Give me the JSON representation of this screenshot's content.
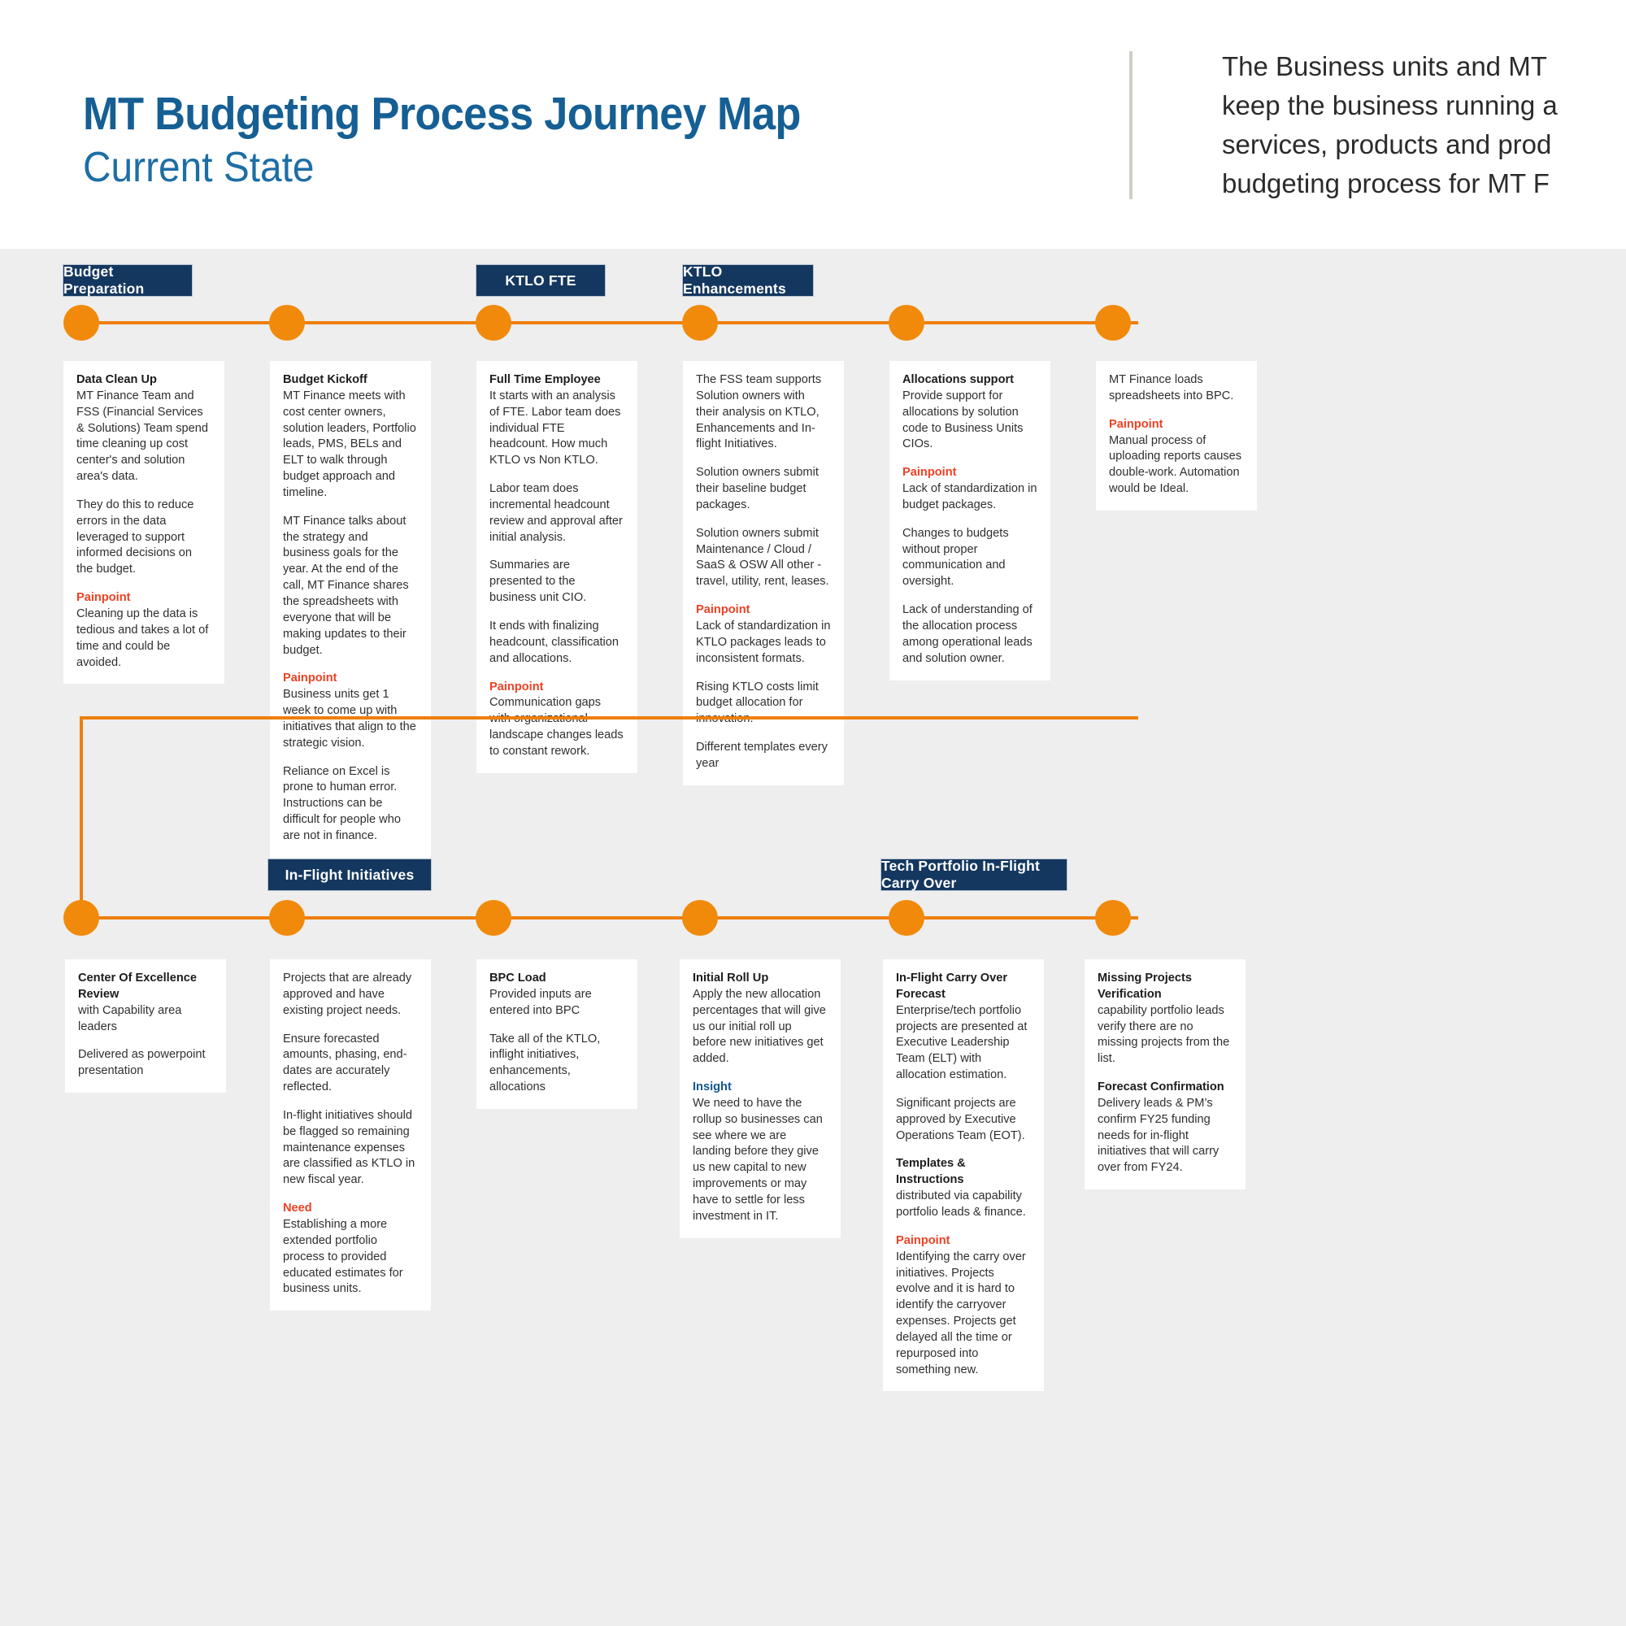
{
  "header": {
    "title": "MT Budgeting Process Journey Map",
    "subtitle": "Current State",
    "paragraph": "The Business units and MT\nkeep the business running a\nservices, products and prod\nbudgeting process for MT F"
  },
  "colors": {
    "title_blue": "#155f94",
    "subtitle_blue": "#1d6ea6",
    "badge_navy": "#14375f",
    "timeline_orange": "#f18a0a",
    "painpoint_red": "#ef4123",
    "insight_blue": "#12588e",
    "canvas_gray": "#eeeeee",
    "card_white": "#ffffff"
  },
  "row1": {
    "phases": [
      {
        "label": "Budget Preparation"
      },
      {
        "label": "KTLO FTE"
      },
      {
        "label": "KTLO Enhancements"
      }
    ],
    "cards": [
      {
        "blocks": [
          {
            "heading": "Data Clean Up",
            "body": "MT Finance Team and FSS (Financial Services & Solutions) Team spend time cleaning up cost center's and solution area's data."
          },
          {
            "body": "They do this to reduce errors in the data leveraged to support informed decisions on the budget."
          },
          {
            "label": "Painpoint",
            "label_kind": "pain",
            "body": "Cleaning up the data is tedious and takes a lot of time and could be avoided."
          }
        ]
      },
      {
        "blocks": [
          {
            "heading": "Budget Kickoff",
            "body": "MT Finance meets with cost center owners, solution leaders, Portfolio leads, PMS, BELs and ELT to walk through budget approach and timeline."
          },
          {
            "body": "MT Finance talks about the strategy and business goals for the year. At the end of the call, MT Finance shares the spreadsheets with everyone that will be making updates to their budget."
          },
          {
            "label": "Painpoint",
            "label_kind": "pain",
            "body": "Business units get 1 week to come up with initiatives that align to the strategic vision."
          },
          {
            "body": "Reliance on Excel is prone to human error. Instructions can be difficult for people who are not in finance."
          }
        ]
      },
      {
        "blocks": [
          {
            "heading": "Full Time Employee",
            "body": "It starts with an analysis of FTE. Labor team does individual FTE headcount. How much KTLO vs Non KTLO."
          },
          {
            "body": "Labor team does incremental headcount review and approval after initial analysis."
          },
          {
            "body": "Summaries are presented to the business unit CIO."
          },
          {
            "body": "It ends with finalizing headcount, classification and allocations."
          },
          {
            "label": "Painpoint",
            "label_kind": "pain",
            "body": "Communication gaps with organizational landscape changes leads to constant rework."
          }
        ]
      },
      {
        "blocks": [
          {
            "body": "The FSS team supports Solution owners with their analysis on KTLO, Enhancements and In-flight Initiatives."
          },
          {
            "body": "Solution owners submit their baseline budget packages."
          },
          {
            "body": "Solution owners submit Maintenance / Cloud / SaaS & OSW All other - travel, utility, rent, leases."
          },
          {
            "label": "Painpoint",
            "label_kind": "pain",
            "body": "Lack of standardization in KTLO packages leads to inconsistent formats."
          },
          {
            "body": "Rising KTLO costs limit budget allocation for innovation."
          },
          {
            "body": "Different templates every year"
          }
        ]
      },
      {
        "blocks": [
          {
            "heading": "Allocations support",
            "body": "Provide support for allocations by solution code to Business Units CIOs."
          },
          {
            "label": "Painpoint",
            "label_kind": "pain",
            "body": "Lack of standardization in budget packages."
          },
          {
            "body": "Changes to budgets without proper communication and oversight."
          },
          {
            "body": "Lack of understanding of the allocation process among operational leads and solution owner."
          }
        ]
      },
      {
        "blocks": [
          {
            "body": "MT Finance loads spreadsheets into BPC."
          },
          {
            "label": "Painpoint",
            "label_kind": "pain",
            "body": "Manual process of uploading reports causes double-work. Automation would be Ideal."
          }
        ]
      }
    ]
  },
  "row2": {
    "phases": [
      {
        "label": "In-Flight Initiatives"
      },
      {
        "label": "Tech Portfolio In-Flight Carry Over"
      }
    ],
    "cards": [
      {
        "blocks": [
          {
            "heading": "Center Of Excellence Review",
            "body": "with Capability area leaders"
          },
          {
            "body": "Delivered as powerpoint presentation"
          }
        ]
      },
      {
        "blocks": [
          {
            "body": "Projects that are already approved and have existing project needs."
          },
          {
            "body": "Ensure forecasted amounts, phasing, end-dates are accurately reflected."
          },
          {
            "body": "In-flight initiatives should be flagged so remaining maintenance expenses are classified as KTLO in new fiscal year."
          },
          {
            "label": "Need",
            "label_kind": "need",
            "body": "Establishing a more extended portfolio process to provided educated estimates for business units."
          }
        ]
      },
      {
        "blocks": [
          {
            "heading": "BPC Load",
            "body": "Provided inputs are entered into BPC"
          },
          {
            "body": "Take all of the KTLO, inflight initiatives, enhancements, allocations"
          }
        ]
      },
      {
        "blocks": [
          {
            "heading": "Initial Roll Up",
            "body": "Apply the new allocation percentages that will give us our initial roll up before new initiatives get added."
          },
          {
            "label": "Insight",
            "label_kind": "insight",
            "body": "We need to have the rollup so businesses can see where we are landing before they give us new capital to new improvements or may have to settle for less investment in IT."
          }
        ]
      },
      {
        "blocks": [
          {
            "heading": "In-Flight Carry Over Forecast",
            "body": "Enterprise/tech portfolio projects are presented at Executive Leadership Team (ELT) with allocation estimation."
          },
          {
            "body": "Significant projects are approved by Executive Operations Team (EOT)."
          },
          {
            "heading": "Templates & Instructions",
            "body": "distributed via capability portfolio leads & finance."
          },
          {
            "label": "Painpoint",
            "label_kind": "pain",
            "body": "Identifying the carry over initiatives. Projects evolve and it is hard to identify the carryover expenses. Projects get delayed all the time or repurposed into something new."
          }
        ]
      },
      {
        "blocks": [
          {
            "heading": "Missing Projects Verification",
            "body": "capability portfolio leads verify there are no missing projects from the list."
          },
          {
            "heading": "Forecast Confirmation",
            "body": "Delivery leads & PM’s confirm FY25 funding needs for in-flight initiatives that will carry over from FY24."
          }
        ]
      }
    ]
  }
}
